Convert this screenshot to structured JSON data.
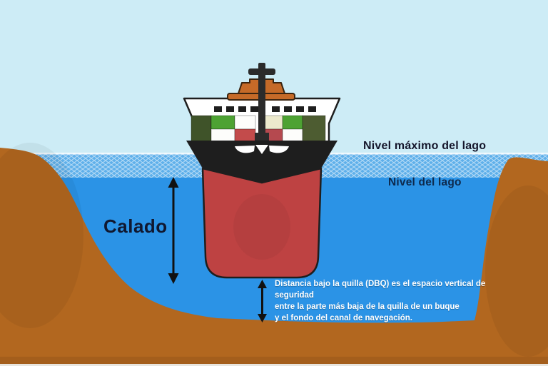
{
  "diagram": {
    "labels": {
      "max_level": "Nivel máximo del lago",
      "lake_level": "Nivel del lago",
      "draft": "Calado"
    },
    "dbq": {
      "lines": [
        "Distancia bajo la quilla (DBQ)  es el espacio vertical de",
        "seguridad",
        "entre la parte más baja de la quilla de un buque",
        "y el fondo del canal de navegación."
      ]
    },
    "colors": {
      "sky": "#cdecf6",
      "water": "#2b93e6",
      "water_band": "#5fb0ea",
      "ground": "#b2671f",
      "hull_red": "#be4242",
      "hull_black": "#1e1e1e",
      "funnel_orange": "#c56a28",
      "container_green": "#4da233",
      "container_dark_green": "#3f5329",
      "container_olive": "#4d5c31",
      "container_red": "#c34b4b",
      "container_dark_red": "#b5494f",
      "container_cream": "#ece9cd",
      "label_dark": "#15162b",
      "label_navy": "#0e2a4d",
      "dbq_text": "#ffffff",
      "arrow_black": "#111111"
    }
  }
}
